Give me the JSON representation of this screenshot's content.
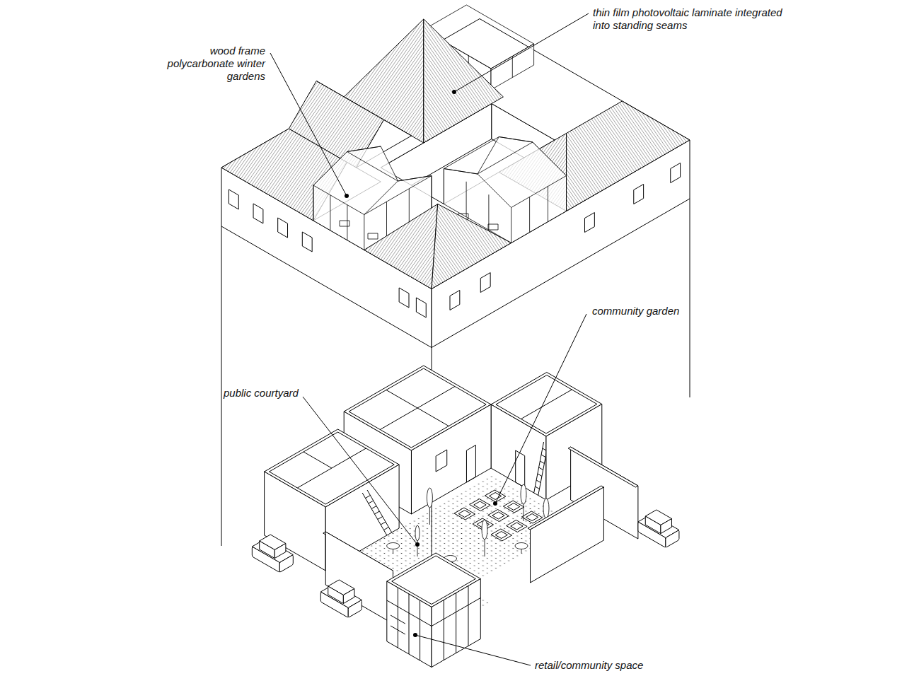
{
  "diagram": {
    "labels": [
      "thin film photovoltaic laminate integrated into standing seams",
      "wood frame polycarbonate winter gardens",
      "community garden",
      "public courtyard",
      "retail/community space"
    ]
  }
}
